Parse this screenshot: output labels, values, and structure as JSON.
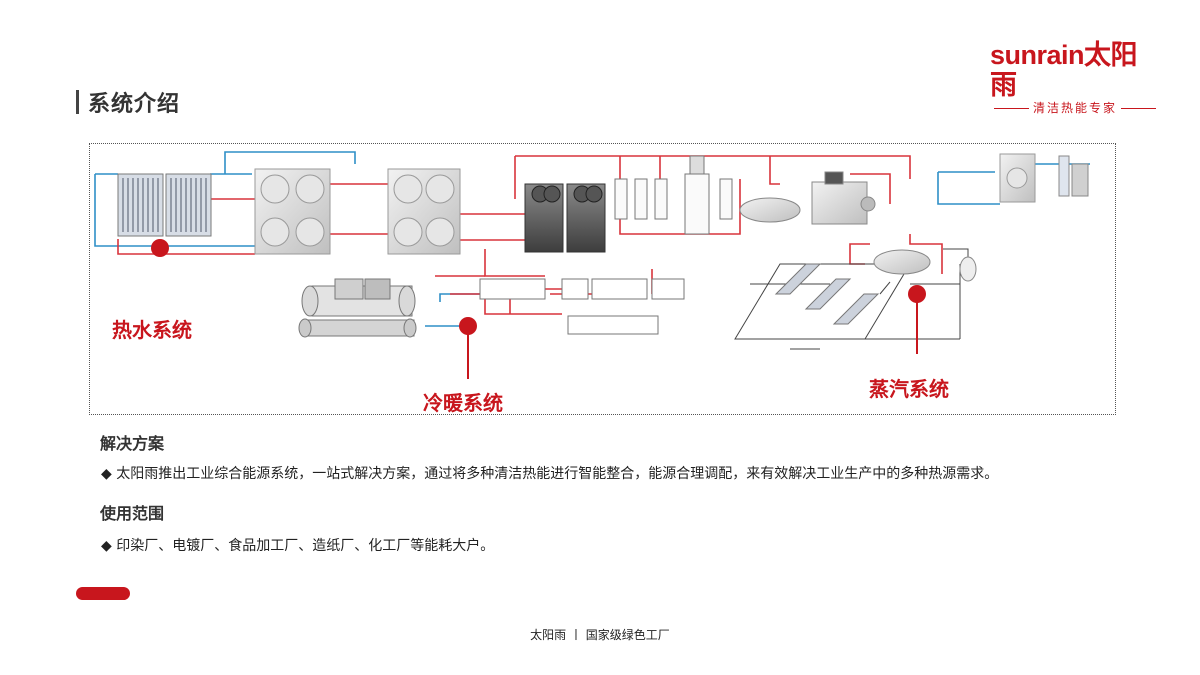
{
  "brand": {
    "wordmark": "sunrain太阳雨",
    "tagline": "清洁热能专家"
  },
  "title": "系统介绍",
  "diagram": {
    "labels": {
      "hot_water": "热水系统",
      "heating_cooling": "冷暖系统",
      "steam": "蒸汽系统"
    },
    "colors": {
      "hot_pipe": "#d9343c",
      "cold_pipe": "#2f8fc7",
      "marker": "#c8161d",
      "equipment": "#cfcfcf"
    }
  },
  "solution": {
    "heading": "解决方案",
    "text": "◆ 太阳雨推出工业综合能源系统，一站式解决方案，通过将多种清洁热能进行智能整合，能源合理调配，来有效解决工业生产中的多种热源需求。"
  },
  "scope": {
    "heading": "使用范围",
    "text": "◆ 印染厂、电镀厂、食品加工厂、造纸厂、化工厂等能耗大户。"
  },
  "footer": "太阳雨 丨 国家级绿色工厂"
}
